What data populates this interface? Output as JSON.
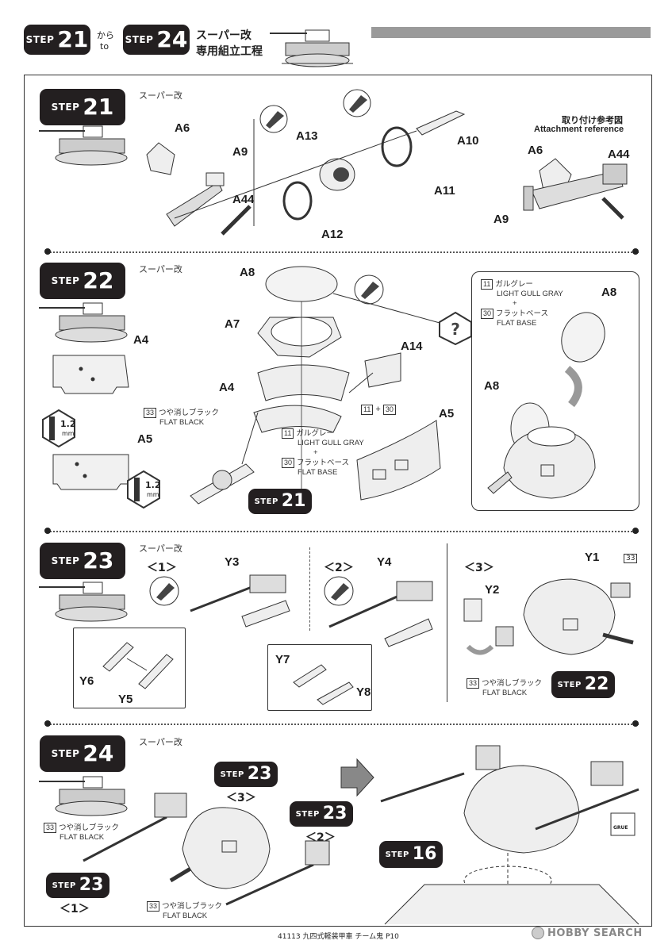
{
  "header": {
    "from_step": "21",
    "from_word": "から",
    "to_word": "to",
    "to_step": "24",
    "title_line1": "スーパー改",
    "title_line2": "専用組立工程"
  },
  "step_word": "STEP",
  "step21": {
    "number": "21",
    "subtitle": "スーパー改",
    "parts": [
      "A6",
      "A9",
      "A44",
      "A13",
      "A12",
      "A11",
      "A10"
    ],
    "reference_title_jp": "取り付け参考図",
    "reference_title_en": "Attachment reference",
    "reference_parts": [
      "A6",
      "A44",
      "A9"
    ]
  },
  "step22": {
    "number": "22",
    "subtitle": "スーパー改",
    "parts": [
      "A8",
      "A7",
      "A14",
      "A4",
      "A5",
      "A8",
      "A8"
    ],
    "drill": "1.2",
    "drill_unit": "mm",
    "paint_combo": "11 + 30",
    "paint_33_jp": "つや消しブラック",
    "paint_33_en": "FLAT BLACK",
    "paint_11_jp": "ガルグレー",
    "paint_11_en": "LIGHT GULL GRAY",
    "paint_30_jp": "フラットベース",
    "paint_30_en": "FLAT BASE",
    "paint_11_num": "11",
    "paint_30_num": "30",
    "paint_33_num": "33",
    "plus": "+",
    "ref_step": "21"
  },
  "step23": {
    "number": "23",
    "subtitle": "スーパー改",
    "sub1": "＜1＞",
    "sub2": "＜2＞",
    "sub3": "＜3＞",
    "parts": [
      "Y3",
      "Y4",
      "Y1",
      "Y2",
      "Y6",
      "Y5",
      "Y7",
      "Y8"
    ],
    "paint_num": "33",
    "paint_jp": "つや消しブラック",
    "paint_en": "FLAT BLACK",
    "ref_step": "22"
  },
  "step24": {
    "number": "24",
    "subtitle": "スーパー改",
    "ref_step_a": "23",
    "ref_sub_a": "＜3＞",
    "ref_step_b": "23",
    "ref_sub_b": "＜2＞",
    "ref_step_c": "23",
    "ref_sub_c": "＜1＞",
    "ref_step_d": "16",
    "paint_num": "33",
    "paint_jp": "つや消しブラック",
    "paint_en": "FLAT BLACK",
    "glue_label": "GRUE"
  },
  "footer": {
    "page_info": "41113 九四式軽装甲車 チーム鬼 P10",
    "watermark": "HOBBY SEARCH"
  }
}
